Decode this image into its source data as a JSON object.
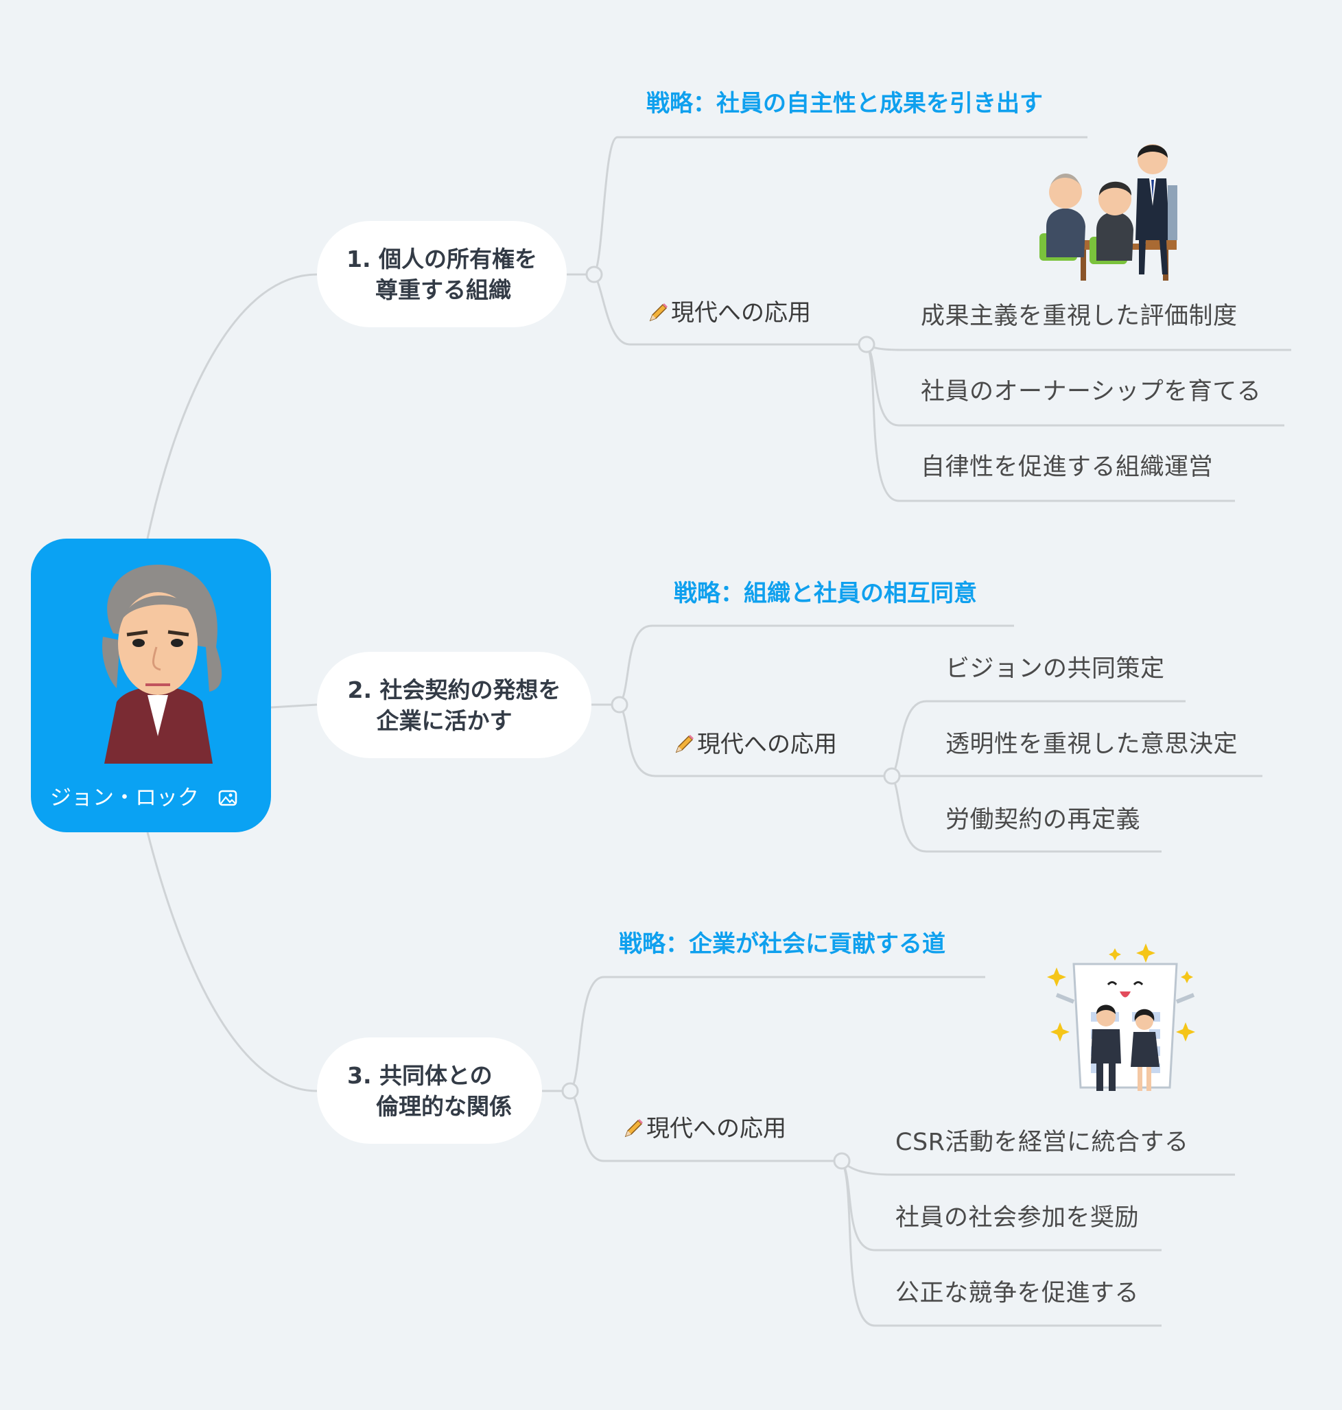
{
  "root": {
    "label": "ジョン・ロック",
    "image_icon": "image-icon"
  },
  "topics": [
    {
      "number": "1.",
      "line1": "個人の所有権を",
      "line2": "尊重する組織",
      "strategy": "戦略：社員の自主性と成果を引き出す",
      "application": "現代への応用",
      "leaves": [
        "成果主義を重視した評価制度",
        "社員のオーナーシップを育てる",
        "自律性を促進する組織運営"
      ]
    },
    {
      "number": "2.",
      "line1": "社会契約の発想を",
      "line2": "企業に活かす",
      "strategy": "戦略：組織と社員の相互同意",
      "application": "現代への応用",
      "leaves": [
        "ビジョンの共同策定",
        "透明性を重視した意思決定",
        "労働契約の再定義"
      ]
    },
    {
      "number": "3.",
      "line1": "共同体との",
      "line2": "倫理的な関係",
      "strategy": "戦略：企業が社会に貢献する道",
      "application": "現代への応用",
      "leaves": [
        "CSR活動を経営に統合する",
        "社員の社会参加を奨励",
        "公正な競争を促進する"
      ]
    }
  ],
  "colors": {
    "background": "#eff3f6",
    "root": "#0aa2f3",
    "strategy_text": "#0fa0ee",
    "connector": "#cfd3d6"
  }
}
